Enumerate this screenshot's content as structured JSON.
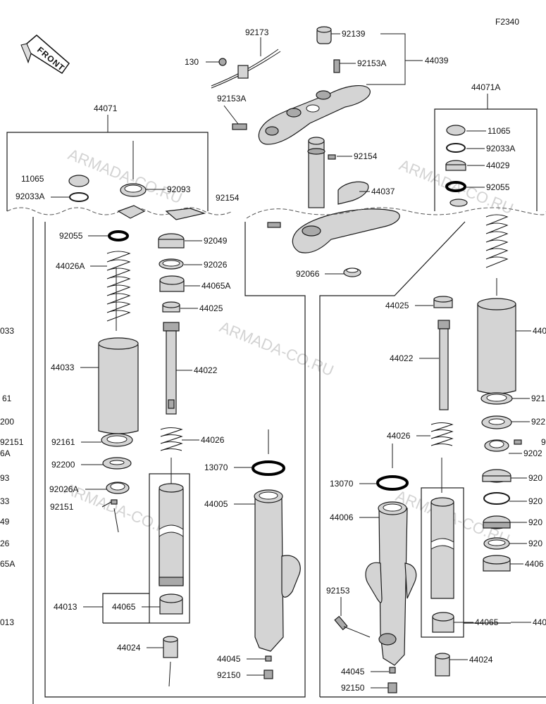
{
  "diagram_code": "F2340",
  "front_label": "FRONT",
  "watermark": "ARMADA-CO.RU",
  "labels": {
    "p92173": "92173",
    "p92139": "92139",
    "p130": "130",
    "p92153A_top": "92153A",
    "p44039": "44039",
    "p92153A_left": "92153A",
    "p44071": "44071",
    "p44071A": "44071A",
    "p92154_mid": "92154",
    "p44037": "44037",
    "p92154_left": "92154",
    "p92066": "92066",
    "L11065": "11065",
    "L92033A": "92033A",
    "L92093": "92093",
    "L92055": "92055",
    "L92049": "92049",
    "L44026A": "44026A",
    "L92026": "92026",
    "L44065A": "44065A",
    "L44025": "44025",
    "L44033": "44033",
    "L44022": "44022",
    "L92161": "92161",
    "L44026": "44026",
    "L92200": "92200",
    "L92026A": "92026A",
    "L92151": "92151",
    "L13070": "13070",
    "L44005": "44005",
    "L44013": "44013",
    "L44065": "44065",
    "L44024": "44024",
    "L44045": "44045",
    "L92150": "92150",
    "R11065": "11065",
    "R92033A": "92033A",
    "R44029": "44029",
    "R92055": "92055",
    "R44025": "44025",
    "R44022": "44022",
    "R44026": "44026",
    "R13070": "13070",
    "R44006": "44006",
    "R92153": "92153",
    "R44065": "44065",
    "R44024": "44024",
    "R44045": "44045",
    "R92150": "92150",
    "R44033_cut": "440",
    "R92161_cut": "921",
    "R92200_cut": "922",
    "R92151_cut": "9",
    "R92026A_cut": "9202",
    "R92049_cut": "920",
    "R92026_cut": "920",
    "R92049b_cut": "920",
    "R92026b_cut": "920",
    "R44065A_cut": "4406",
    "R44013_cut": "440",
    "E033": "033",
    "E61": "61",
    "E200": "200",
    "E92151": "92151",
    "E6A": "6A",
    "E93": "93",
    "E33": "33",
    "E49": "49",
    "E26": "26",
    "E65A": "65A",
    "E013": "013"
  }
}
